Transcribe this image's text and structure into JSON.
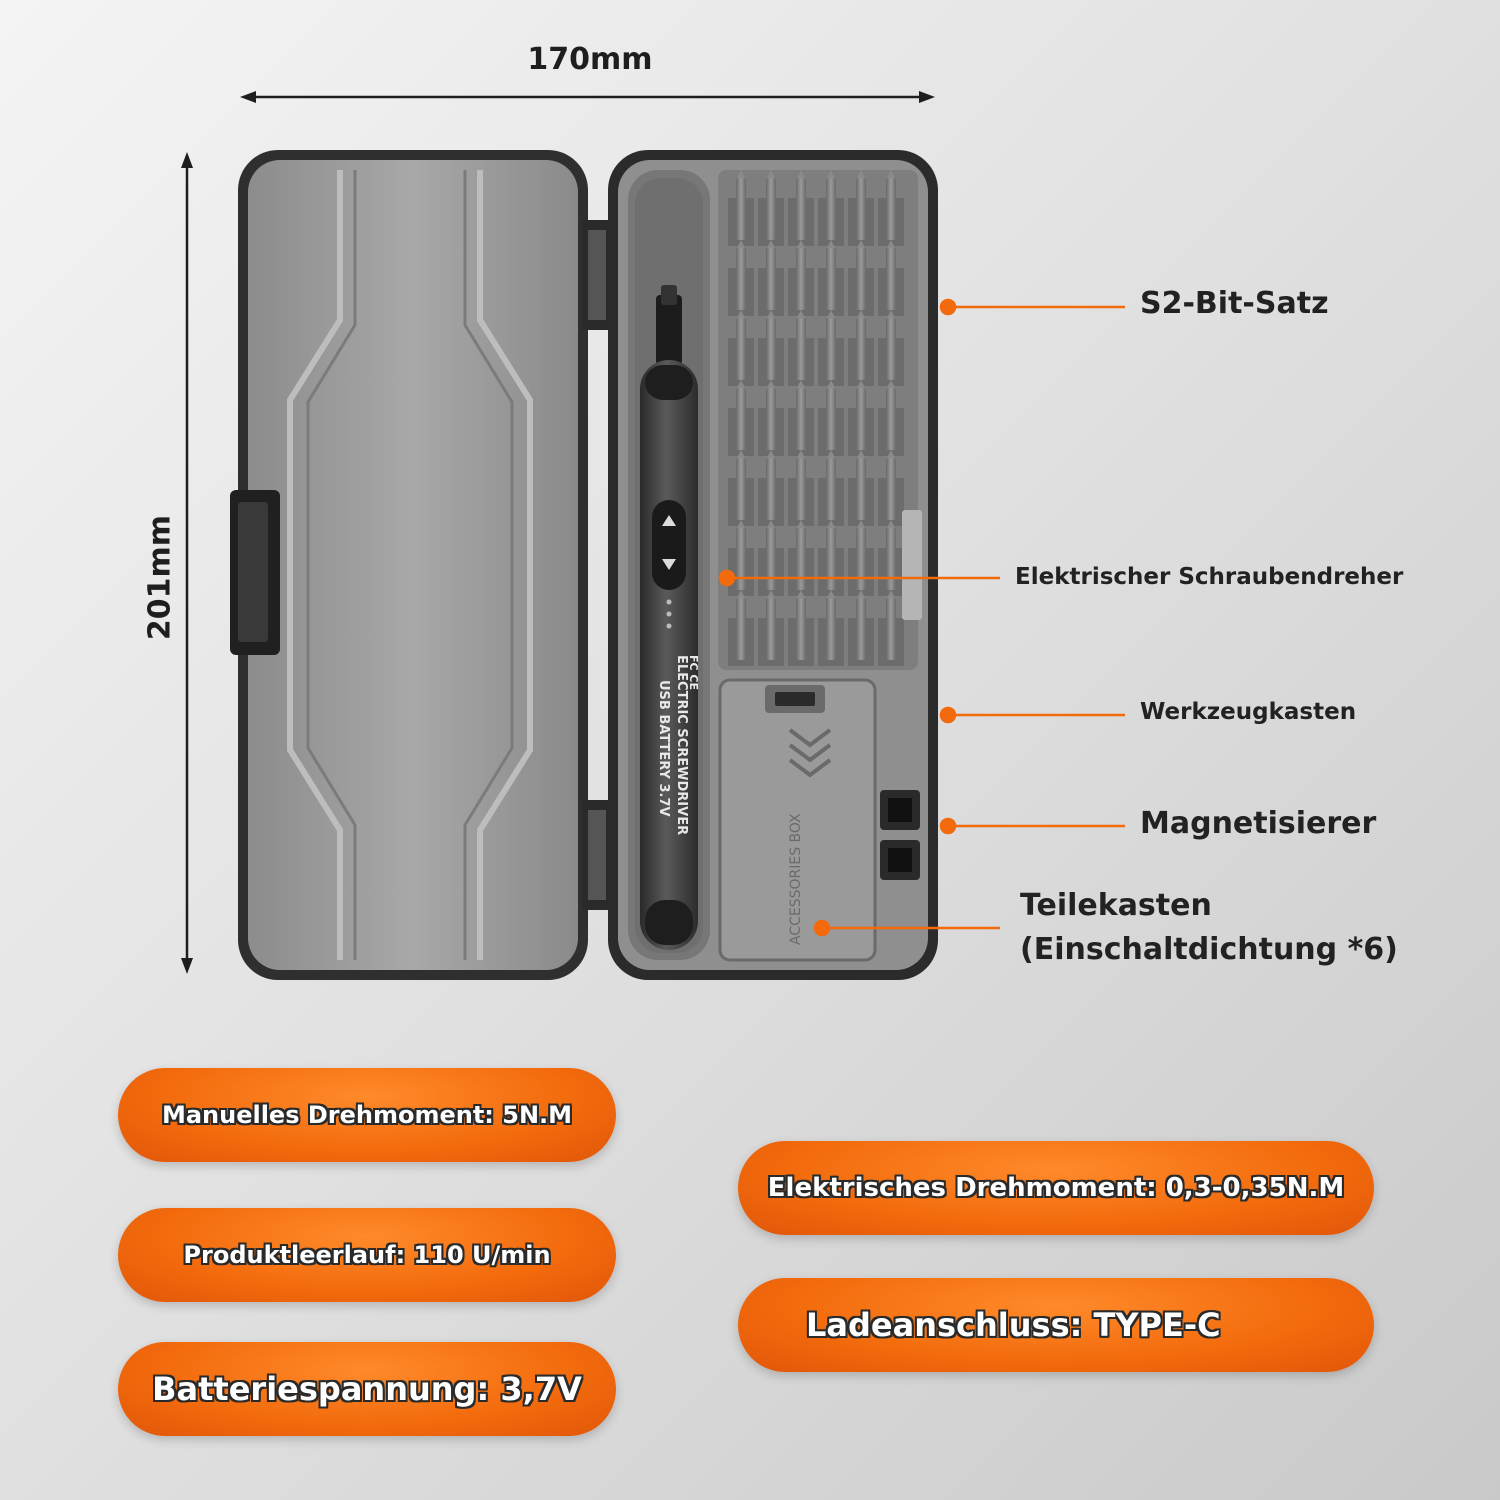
{
  "dimensions": {
    "width_label": "170mm",
    "height_label": "201mm"
  },
  "case": {
    "pen_text_line1": "ELECTRIC SCREWDRIVER",
    "pen_text_line2": "USB BATTERY 3.7V",
    "certification_marks": "FC CE",
    "accessories_text": "ACCESSORIES BOX"
  },
  "callouts": [
    {
      "label": "S2-Bit-Satz"
    },
    {
      "label": "Elektrischer Schraubendreher"
    },
    {
      "label": "Werkzeugkasten"
    },
    {
      "label": "Magnetisierer"
    },
    {
      "label_line1": "Teilekasten",
      "label_line2": "(Einschaltdichtung *6)"
    }
  ],
  "specs": [
    {
      "label": "Manuelles Drehmoment: 5N.M"
    },
    {
      "label": "Produktleerlauf: 110 U/min"
    },
    {
      "label": "Batteriespannung: 3,7V"
    },
    {
      "label": "Elektrisches Drehmoment: 0,3-0,35N.M"
    },
    {
      "label": "Ladeanschluss: TYPE-C"
    }
  ],
  "colors": {
    "accent": "#f26a0c",
    "case_dark": "#3b3b3b",
    "tray": "#8a8a8a"
  }
}
